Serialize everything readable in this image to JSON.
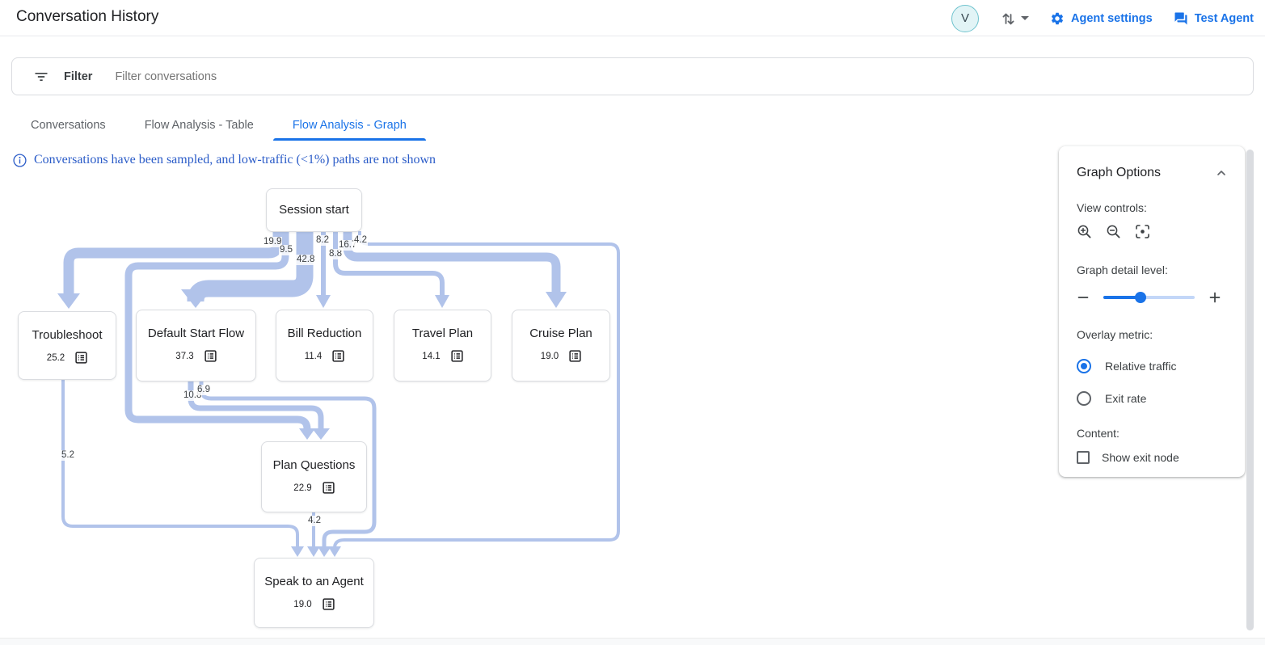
{
  "header": {
    "title": "Conversation History",
    "avatar_letter": "V",
    "agent_settings_label": "Agent settings",
    "test_agent_label": "Test Agent"
  },
  "filter": {
    "label": "Filter",
    "placeholder": "Filter conversations"
  },
  "tabs": [
    {
      "label": "Conversations",
      "active": false
    },
    {
      "label": "Flow Analysis - Table",
      "active": false
    },
    {
      "label": "Flow Analysis - Graph",
      "active": true
    }
  ],
  "notice": {
    "text": "Conversations have been sampled, and low-traffic (<1%) paths are not shown"
  },
  "graph_options": {
    "title": "Graph Options",
    "view_controls_label": "View controls:",
    "detail_label": "Graph detail level:",
    "detail_level_percent": 40,
    "overlay_label": "Overlay metric:",
    "overlay_options": [
      {
        "label": "Relative traffic",
        "selected": true
      },
      {
        "label": "Exit rate",
        "selected": false
      }
    ],
    "content_label": "Content:",
    "show_exit_node_label": "Show exit node",
    "show_exit_node_checked": false
  },
  "icons": {
    "filter-icon": "filter-list lines",
    "info-icon": "circled i",
    "sort-icon": "swap-vertical arrows",
    "gear-icon": "settings gear",
    "chat-icon": "speech bubbles",
    "zoom-in-icon": "magnifier plus",
    "zoom-out-icon": "magnifier minus",
    "recenter-icon": "center focus brackets with dot",
    "node-list-icon": "bordered bullet list",
    "chevron-up-icon": "collapse chevron"
  },
  "colors": {
    "accent_blue": "#1a73e8",
    "flow_band": "#b1c3ea",
    "notice_blue": "#2b5cc8",
    "node_border": "#dadce0"
  },
  "chart_data": {
    "type": "flow-graph",
    "title": "Flow Analysis - Graph",
    "nodes": {
      "session_start": {
        "label": "Session start",
        "value": ""
      },
      "troubleshoot": {
        "label": "Troubleshoot",
        "value": "25.2"
      },
      "default_start_flow": {
        "label": "Default Start Flow",
        "value": "37.3"
      },
      "bill_reduction": {
        "label": "Bill Reduction",
        "value": "11.4"
      },
      "travel_plan": {
        "label": "Travel Plan",
        "value": "14.1"
      },
      "cruise_plan": {
        "label": "Cruise Plan",
        "value": "19.0"
      },
      "plan_questions": {
        "label": "Plan Questions",
        "value": "22.9"
      },
      "speak_to_an_agent": {
        "label": "Speak to an Agent",
        "value": "19.0"
      }
    },
    "edges": [
      {
        "from": "Session start",
        "to": "Troubleshoot",
        "value": "19.9"
      },
      {
        "from": "Session start",
        "to": "Plan Questions",
        "value": "9.5"
      },
      {
        "from": "Session start",
        "to": "Default Start Flow",
        "value": "42.8"
      },
      {
        "from": "Session start",
        "to": "Bill Reduction",
        "value": "8.2"
      },
      {
        "from": "Session start",
        "to": "Travel Plan",
        "value": "8.8"
      },
      {
        "from": "Session start",
        "to": "Cruise Plan",
        "value": "16.7"
      },
      {
        "from": "Session start",
        "to": "Speak to an Agent",
        "value": "4.2"
      },
      {
        "from": "Default Start Flow",
        "to": "Plan Questions",
        "value": "10.8"
      },
      {
        "from": "Default Start Flow",
        "to": "Speak to an Agent",
        "value": "6.9"
      },
      {
        "from": "Troubleshoot",
        "to": "Speak to an Agent",
        "value": "5.2"
      },
      {
        "from": "Plan Questions",
        "to": "Speak to an Agent",
        "value": "4.2"
      }
    ]
  }
}
